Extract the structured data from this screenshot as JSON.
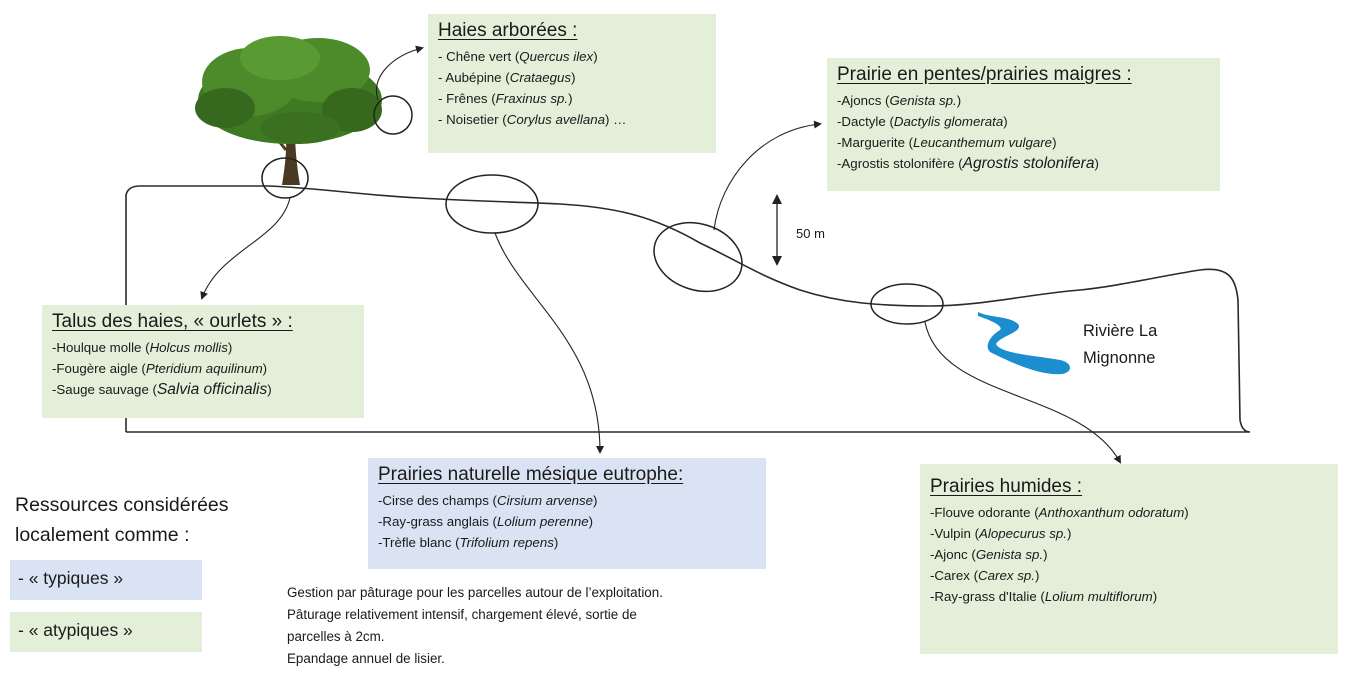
{
  "boxes": {
    "haies": {
      "title": "Haies arborées :",
      "items": [
        {
          "text": "- Chêne vert (",
          "latin": "Quercus ilex",
          "tail": ")"
        },
        {
          "text": "- Aubépine (",
          "latin": "Crataegus",
          "tail": ")"
        },
        {
          "text": "- Frênes (",
          "latin": "Fraxinus sp.",
          "tail": ")"
        },
        {
          "text": "- Noisetier (",
          "latin": "Corylus avellana",
          "tail": ") …"
        }
      ]
    },
    "prairie_pentes": {
      "title": "Prairie en pentes/prairies maigres :",
      "items": [
        {
          "text": "-Ajoncs (",
          "latin": "Genista sp.",
          "tail": ")"
        },
        {
          "text": "-Dactyle (",
          "latin": "Dactylis glomerata",
          "tail": ")"
        },
        {
          "text": "-Marguerite (",
          "latin": "Leucanthemum vulgare",
          "tail": ")"
        },
        {
          "text": "-Agrostis stolonifère (",
          "latin": "Agrostis stolonifera",
          "tail": ")"
        }
      ]
    },
    "talus": {
      "title": "Talus des haies, « ourlets » :",
      "items": [
        {
          "text": "-Houlque molle (",
          "latin": "Holcus mollis",
          "tail": ")"
        },
        {
          "text": "-Fougère aigle (",
          "latin": "Pteridium aquilinum",
          "tail": ")"
        },
        {
          "text": "-Sauge sauvage (",
          "latin": "Salvia officinalis",
          "tail": ")"
        }
      ]
    },
    "prairies_naturelle": {
      "title": "Prairies naturelle mésique eutrophe:",
      "items": [
        {
          "text": "-Cirse des champs (",
          "latin": "Cirsium arvense",
          "tail": ")"
        },
        {
          "text": "-Ray-grass anglais (",
          "latin": "Lolium perenne",
          "tail": ")"
        },
        {
          "text": "-Trèfle blanc (",
          "latin": "Trifolium repens",
          "tail": ")"
        }
      ]
    },
    "prairies_humides": {
      "title": "Prairies humides :",
      "items": [
        {
          "text": "-Flouve odorante (",
          "latin": "Anthoxanthum odoratum",
          "tail": ")"
        },
        {
          "text": "-Vulpin (",
          "latin": "Alopecurus sp.",
          "tail": ")"
        },
        {
          "text": "-Ajonc (",
          "latin": "Genista sp.",
          "tail": ")"
        },
        {
          "text": "-Carex (",
          "latin": "Carex sp.",
          "tail": ")"
        },
        {
          "text": "-Ray-grass d'Italie (",
          "latin": "Lolium multiflorum",
          "tail": ")"
        }
      ]
    }
  },
  "legend": {
    "title_line1": "Ressources considérées",
    "title_line2": "localement comme :",
    "typical": "- « typiques »",
    "atypical": "- « atypiques »"
  },
  "note": {
    "line1": "Gestion par pâturage pour les parcelles autour de l’exploitation.",
    "line2": "Pâturage relativement intensif, chargement élevé, sortie de",
    "line3": "parcelles à 2cm.",
    "line4": "Epandage annuel de lisier."
  },
  "scale_label": "50 m",
  "river": {
    "line1": "Rivière La",
    "line2": "Mignonne"
  },
  "colors": {
    "atypical_bg": "#e4efd9",
    "typical_bg": "#dae3f3",
    "river": "#1b8ed0",
    "tree_foliage": "#3f7a23"
  }
}
